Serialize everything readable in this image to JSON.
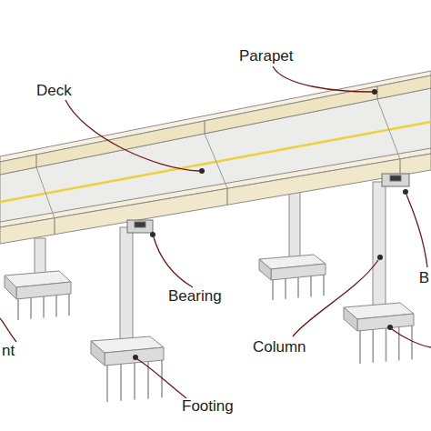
{
  "diagram": {
    "labels": [
      "Parapet",
      "Deck",
      "Bearing",
      "Column",
      "Footing",
      "nt",
      "B"
    ]
  }
}
